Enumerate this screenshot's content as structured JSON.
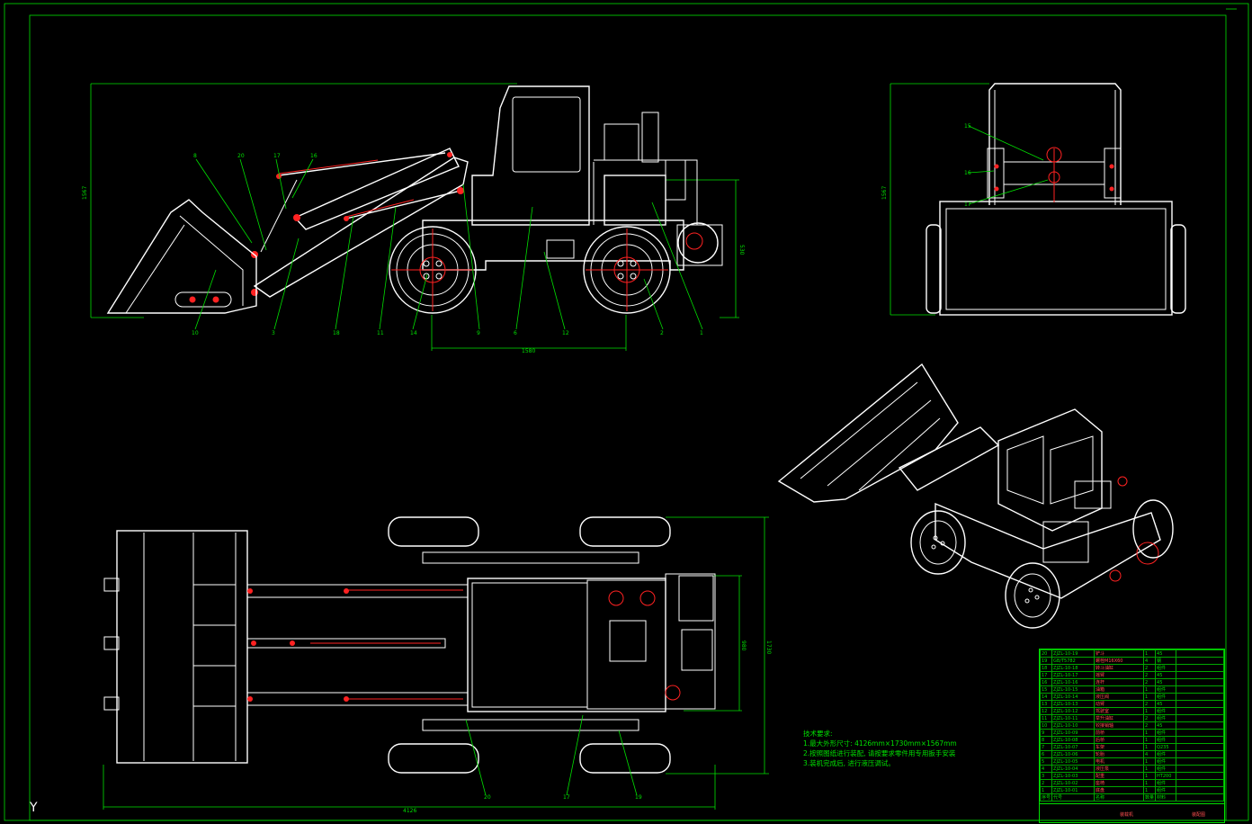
{
  "dimensions": {
    "side_height": "1567",
    "side_wheelbase": "1580",
    "side_tank": "530",
    "front_height": "1567",
    "top_length": "4126",
    "top_width": "1730",
    "top_inner": "980"
  },
  "balloons": {
    "side_top": [
      "8",
      "20",
      "17",
      "16"
    ],
    "side_bottom": [
      "10",
      "3",
      "18",
      "11",
      "14",
      "9",
      "6",
      "12",
      "2",
      "1"
    ],
    "front": [
      "15",
      "16",
      "17"
    ],
    "top_bottom": [
      "20",
      "17",
      "19"
    ]
  },
  "notes": {
    "title": "技术要求:",
    "items": [
      "1.最大外形尺寸: 4126mm×1730mm×1567mm",
      "2.按照图纸进行装配, 请按要求零件用专用扳手安装",
      "3.装机完成后, 进行液压调试。"
    ]
  },
  "bom": {
    "rows": [
      {
        "idx": "20",
        "code": "ZJZL-10-19",
        "name": "铲斗",
        "qty": "1",
        "mat": "45"
      },
      {
        "idx": "19",
        "code": "GB/T5782",
        "name": "螺栓M16X60",
        "qty": "4",
        "mat": "钢"
      },
      {
        "idx": "18",
        "code": "ZJZL-10-18",
        "name": "转斗油缸",
        "qty": "2",
        "mat": "组件"
      },
      {
        "idx": "17",
        "code": "ZJZL-10-17",
        "name": "摇臂",
        "qty": "2",
        "mat": "45"
      },
      {
        "idx": "16",
        "code": "ZJZL-10-16",
        "name": "连杆",
        "qty": "2",
        "mat": "45"
      },
      {
        "idx": "15",
        "code": "ZJZL-10-15",
        "name": "油箱",
        "qty": "1",
        "mat": "组件"
      },
      {
        "idx": "14",
        "code": "ZJZL-10-14",
        "name": "液压阀",
        "qty": "1",
        "mat": "组件"
      },
      {
        "idx": "13",
        "code": "ZJZL-10-13",
        "name": "动臂",
        "qty": "2",
        "mat": "45"
      },
      {
        "idx": "12",
        "code": "ZJZL-10-12",
        "name": "驾驶室",
        "qty": "1",
        "mat": "组件"
      },
      {
        "idx": "11",
        "code": "ZJZL-10-11",
        "name": "举升油缸",
        "qty": "2",
        "mat": "组件"
      },
      {
        "idx": "10",
        "code": "ZJZL-10-10",
        "name": "铰接销轴",
        "qty": "2",
        "mat": "45"
      },
      {
        "idx": "9",
        "code": "ZJZL-10-09",
        "name": "前桥",
        "qty": "1",
        "mat": "组件"
      },
      {
        "idx": "8",
        "code": "ZJZL-10-08",
        "name": "后桥",
        "qty": "1",
        "mat": "组件"
      },
      {
        "idx": "7",
        "code": "ZJZL-10-07",
        "name": "车架",
        "qty": "1",
        "mat": "Q235"
      },
      {
        "idx": "6",
        "code": "ZJZL-10-06",
        "name": "轮胎",
        "qty": "4",
        "mat": "组件"
      },
      {
        "idx": "5",
        "code": "ZJZL-10-05",
        "name": "电机",
        "qty": "1",
        "mat": "组件"
      },
      {
        "idx": "4",
        "code": "ZJZL-10-04",
        "name": "液压泵",
        "qty": "1",
        "mat": "组件"
      },
      {
        "idx": "3",
        "code": "ZJZL-10-03",
        "name": "配重",
        "qty": "1",
        "mat": "HT200"
      },
      {
        "idx": "2",
        "code": "ZJZL-10-02",
        "name": "座椅",
        "qty": "1",
        "mat": "组件"
      },
      {
        "idx": "1",
        "code": "ZJZL-10-01",
        "name": "底盘",
        "qty": "1",
        "mat": "组件"
      }
    ],
    "header": {
      "idx": "序号",
      "code": "代号",
      "name": "名称",
      "qty": "数量",
      "mat": "材料"
    },
    "title_block": {
      "left": "装载机",
      "right": "装配图"
    }
  },
  "axis_label": "Y"
}
